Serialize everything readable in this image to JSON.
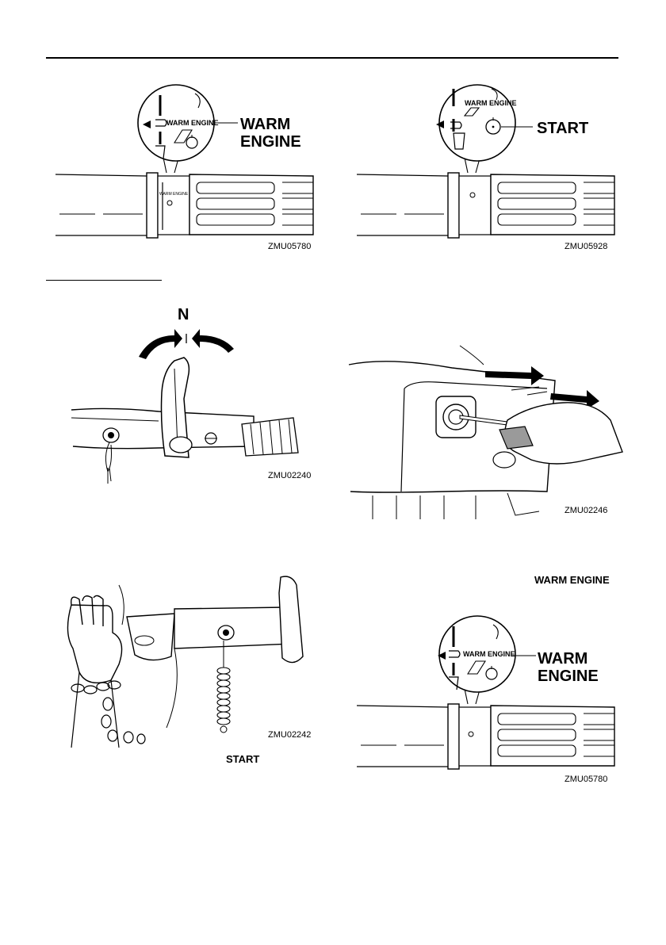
{
  "figures": {
    "fig1": {
      "code": "ZMU05780",
      "callout": "WARM ENGINE",
      "dial_text": "WARM ENGINE"
    },
    "fig2": {
      "code": "ZMU05928",
      "callout": "START",
      "dial_text": "WARM ENGINE"
    },
    "fig3": {
      "code": "ZMU02240",
      "marker": "N"
    },
    "fig4": {
      "code": "ZMU02246"
    },
    "fig5": {
      "code": "ZMU02242"
    },
    "fig6": {
      "code": "ZMU05780",
      "callout": "WARM ENGINE",
      "dial_text": "WARM ENGINE"
    }
  },
  "captions": {
    "start": "START",
    "warm_engine": "WARM ENGINE"
  },
  "colors": {
    "ink": "#000000",
    "paper": "#ffffff",
    "shade": "#9a9a9a"
  }
}
